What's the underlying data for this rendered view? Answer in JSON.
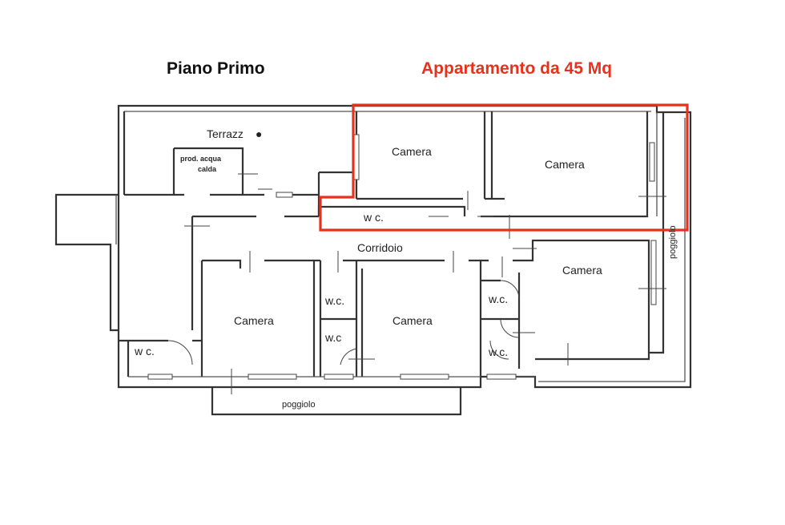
{
  "headings": {
    "floor": "Piano Primo",
    "highlight": "Appartamento da 45 Mq"
  },
  "colors": {
    "highlight": "#e8311c",
    "wall": "#333333"
  },
  "rooms": {
    "terrace": "Terrazz",
    "water_heater_line1": "prod. acqua",
    "water_heater_line2": "calda",
    "camera_top_left": "Camera",
    "camera_top_right": "Camera",
    "wc_top": "w c.",
    "corridor": "Corridoio",
    "camera_east": "Camera",
    "balcony_east": "poggiolo",
    "wc_mid_left": "w.c.",
    "wc_mid_left_lower": "w.c",
    "camera_south_left": "Camera",
    "camera_south_center": "Camera",
    "wc_south_west": "w c.",
    "wc_mid_right": "w.c.",
    "wc_south_right": "w.c.",
    "balcony_south": "poggiolo"
  }
}
